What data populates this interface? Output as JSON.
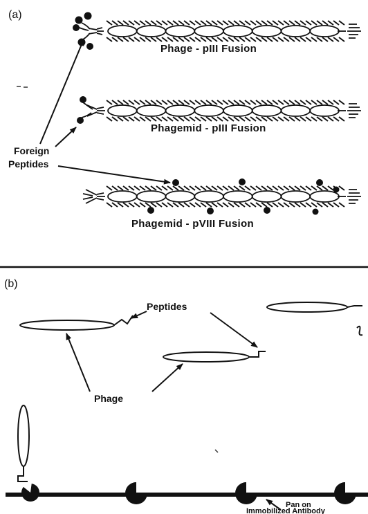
{
  "panel_a": {
    "label": "(a)",
    "captions": {
      "phage_piii": "Phage - pIII Fusion",
      "phagemid_piii": "Phagemid - pIII Fusion",
      "phagemid_pviii": "Phagemid - pVIII Fusion"
    },
    "foreign_peptides_line1": "Foreign",
    "foreign_peptides_line2": "Peptides"
  },
  "panel_b": {
    "label": "(b)",
    "peptides_label": "Peptides",
    "phage_label": "Phage",
    "pan_line1": "Pan on",
    "pan_line2": "Immobilized Antibody"
  }
}
